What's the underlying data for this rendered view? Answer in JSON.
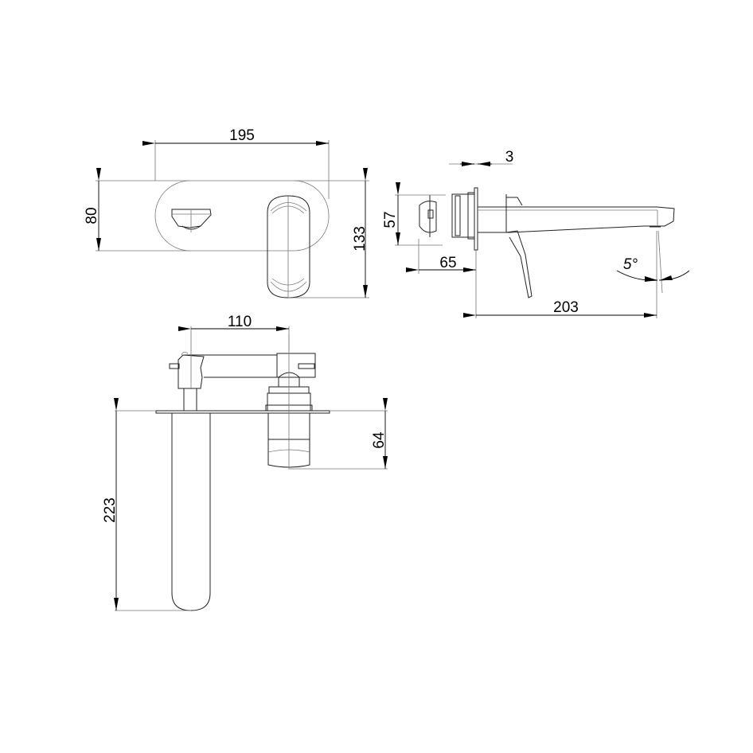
{
  "drawing": {
    "title": "Wall-mounted basin mixer technical drawing",
    "units": "mm",
    "views": {
      "front": {
        "dimensions": {
          "plate_width": "195",
          "plate_height": "80",
          "overall_height": "133"
        }
      },
      "side": {
        "dimensions": {
          "plate_thickness": "3",
          "body_height": "57",
          "wall_depth": "65",
          "spout_projection": "203",
          "spout_angle": "5°"
        }
      },
      "top": {
        "dimensions": {
          "centers": "110",
          "cartridge_depth": "64",
          "spout_length": "223"
        }
      }
    },
    "colors": {
      "line": "#222222",
      "dimension": "#000000",
      "background": "#ffffff"
    }
  }
}
